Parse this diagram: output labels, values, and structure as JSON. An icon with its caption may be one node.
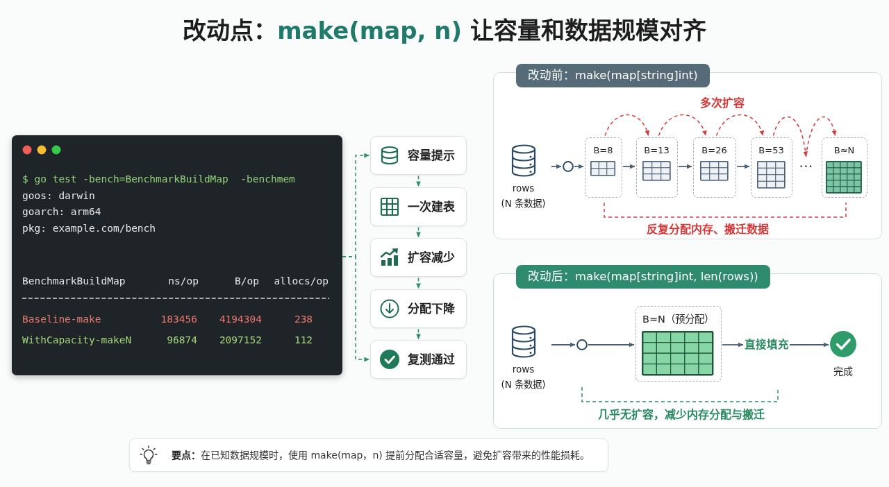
{
  "diagram": {
    "title": "改动点：**make(map, n)** 让容量和数据规模对齐",
    "nodes": [
      {
        "text": [
          "$ go test -bench=BenchmarkBuildMap  -benchmem",
          "goos: darwin",
          "goarch: arm64",
          "pkg: example.com/bench",
          "BenchmarkBuildMap",
          "ns/op",
          "B/op",
          "allocs/op",
          "Baseline-make",
          "183456",
          "4194304",
          "238",
          "WithCapacity-makeN",
          "96874",
          "2097152",
          "112"
        ]
      },
      {
        "text": [
          "容量提示"
        ]
      },
      {
        "text": [
          "一次建表"
        ]
      },
      {
        "text": [
          "扩容减少"
        ]
      },
      {
        "text": [
          "分配下降"
        ]
      },
      {
        "text": [
          "复测通过"
        ]
      },
      {
        "text": [
          "改动前：make(map[string]int)",
          "多次扩容",
          "反复分配内存、搬迁数据"
        ]
      },
      {
        "text": [
          "rows",
          "(N 条数据)"
        ],
        "in": 6
      },
      {
        "text": [],
        "shape": "circle",
        "in": 6
      },
      {
        "text": [
          "B=8"
        ],
        "in": 6
      },
      {
        "text": [
          "B=13"
        ],
        "in": 6
      },
      {
        "text": [
          "B=26"
        ],
        "in": 6
      },
      {
        "text": [
          "B=53"
        ],
        "in": 6
      },
      {
        "text": [
          "⋯"
        ],
        "in": 6
      },
      {
        "text": [
          "B≈N"
        ],
        "in": 6
      },
      {
        "text": [
          "改动后：make(map[string]int, len(rows))",
          "几乎无扩容，减少内存分配与搬迁"
        ]
      },
      {
        "text": [
          "rows",
          "(N 条数据)"
        ],
        "in": 15
      },
      {
        "text": [],
        "shape": "circle",
        "in": 15
      },
      {
        "text": [
          "B≈N（预分配）"
        ],
        "in": 15
      },
      {
        "text": [
          "直接填充"
        ],
        "in": 15
      },
      {
        "text": [
          "完成"
        ],
        "in": 15
      },
      {
        "text": [
          "**要点：**在已知数据规模时，使用 make(map，n) 提前分配合适容量，避免扩容带来的性能损耗。"
        ]
      }
    ],
    "edges": [
      {
        "from": 0,
        "to": 1,
        "arrow": "to",
        "style": "dashed",
        "color": "#2e8b6e"
      },
      {
        "from": 0,
        "to": 5,
        "arrow": "to",
        "style": "dashed",
        "color": "#2e8b6e"
      },
      {
        "from": 1,
        "to": 2,
        "arrow": "to",
        "style": "dashed",
        "color": "#2e8b6e"
      },
      {
        "from": 2,
        "to": 3,
        "arrow": "to",
        "style": "dashed",
        "color": "#2e8b6e"
      },
      {
        "from": 3,
        "to": 4,
        "arrow": "to",
        "style": "dashed",
        "color": "#2e8b6e"
      },
      {
        "from": 4,
        "to": 5,
        "arrow": "to",
        "style": "dashed",
        "color": "#2e8b6e"
      },
      {
        "from": 7,
        "to": 8,
        "arrow": "to"
      },
      {
        "from": 8,
        "to": 9,
        "arrow": "to"
      },
      {
        "from": 9,
        "to": 10,
        "arrow": "to"
      },
      {
        "from": 10,
        "to": 11,
        "arrow": "to"
      },
      {
        "from": 11,
        "to": 12,
        "arrow": "to"
      },
      {
        "from": 9,
        "to": 10,
        "arrow": "to",
        "style": "dashed",
        "color": "#d43d3d"
      },
      {
        "from": 10,
        "to": 11,
        "arrow": "to",
        "style": "dashed",
        "color": "#d43d3d"
      },
      {
        "from": 11,
        "to": 12,
        "arrow": "to",
        "style": "dashed",
        "color": "#d43d3d"
      },
      {
        "from": 12,
        "to": 13,
        "arrow": "to",
        "style": "dashed",
        "color": "#d43d3d"
      },
      {
        "from": 13,
        "to": 14,
        "arrow": "to",
        "style": "dashed",
        "color": "#d43d3d"
      },
      {
        "from": 16,
        "to": 17,
        "arrow": "to"
      },
      {
        "from": 17,
        "to": 18,
        "arrow": "to"
      },
      {
        "from": 18,
        "to": 19,
        "arrow": "to"
      },
      {
        "from": 19,
        "to": 20,
        "arrow": "to"
      }
    ]
  }
}
